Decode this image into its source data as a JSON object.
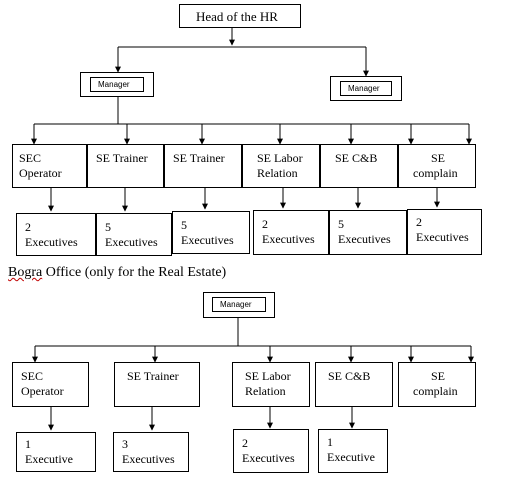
{
  "head": "Head of the HR",
  "manager_label": "Manager",
  "top": {
    "roles": [
      {
        "line1": "SEC",
        "line2": "Operator"
      },
      {
        "line1": "SE Trainer",
        "line2": ""
      },
      {
        "line1": "SE Trainer",
        "line2": ""
      },
      {
        "line1": "SE Labor",
        "line2": "Relation"
      },
      {
        "line1": "SE C&B",
        "line2": ""
      },
      {
        "line1": "SE",
        "line2": "complain"
      }
    ],
    "counts": [
      {
        "num": "2",
        "label": "Executives"
      },
      {
        "num": "5",
        "label": "Executives"
      },
      {
        "num": "5",
        "label": "Executives"
      },
      {
        "num": "2",
        "label": "Executives"
      },
      {
        "num": "5",
        "label": "Executives"
      },
      {
        "num": "2",
        "label": "Executives"
      }
    ]
  },
  "bogra": {
    "heading_word": "Bogra",
    "heading_rest": " Office (only for the Real Estate)",
    "roles": [
      {
        "line1": "SEC",
        "line2": "Operator"
      },
      {
        "line1": "SE Trainer",
        "line2": ""
      },
      {
        "line1": "SE Labor",
        "line2": "Relation"
      },
      {
        "line1": "SE C&B",
        "line2": ""
      },
      {
        "line1": "SE",
        "line2": "complain"
      }
    ],
    "counts": [
      {
        "num": "1",
        "label": "Executive"
      },
      {
        "num": "3",
        "label": "Executives"
      },
      {
        "num": "2",
        "label": "Executives"
      },
      {
        "num": "1",
        "label": "Executive"
      }
    ]
  }
}
